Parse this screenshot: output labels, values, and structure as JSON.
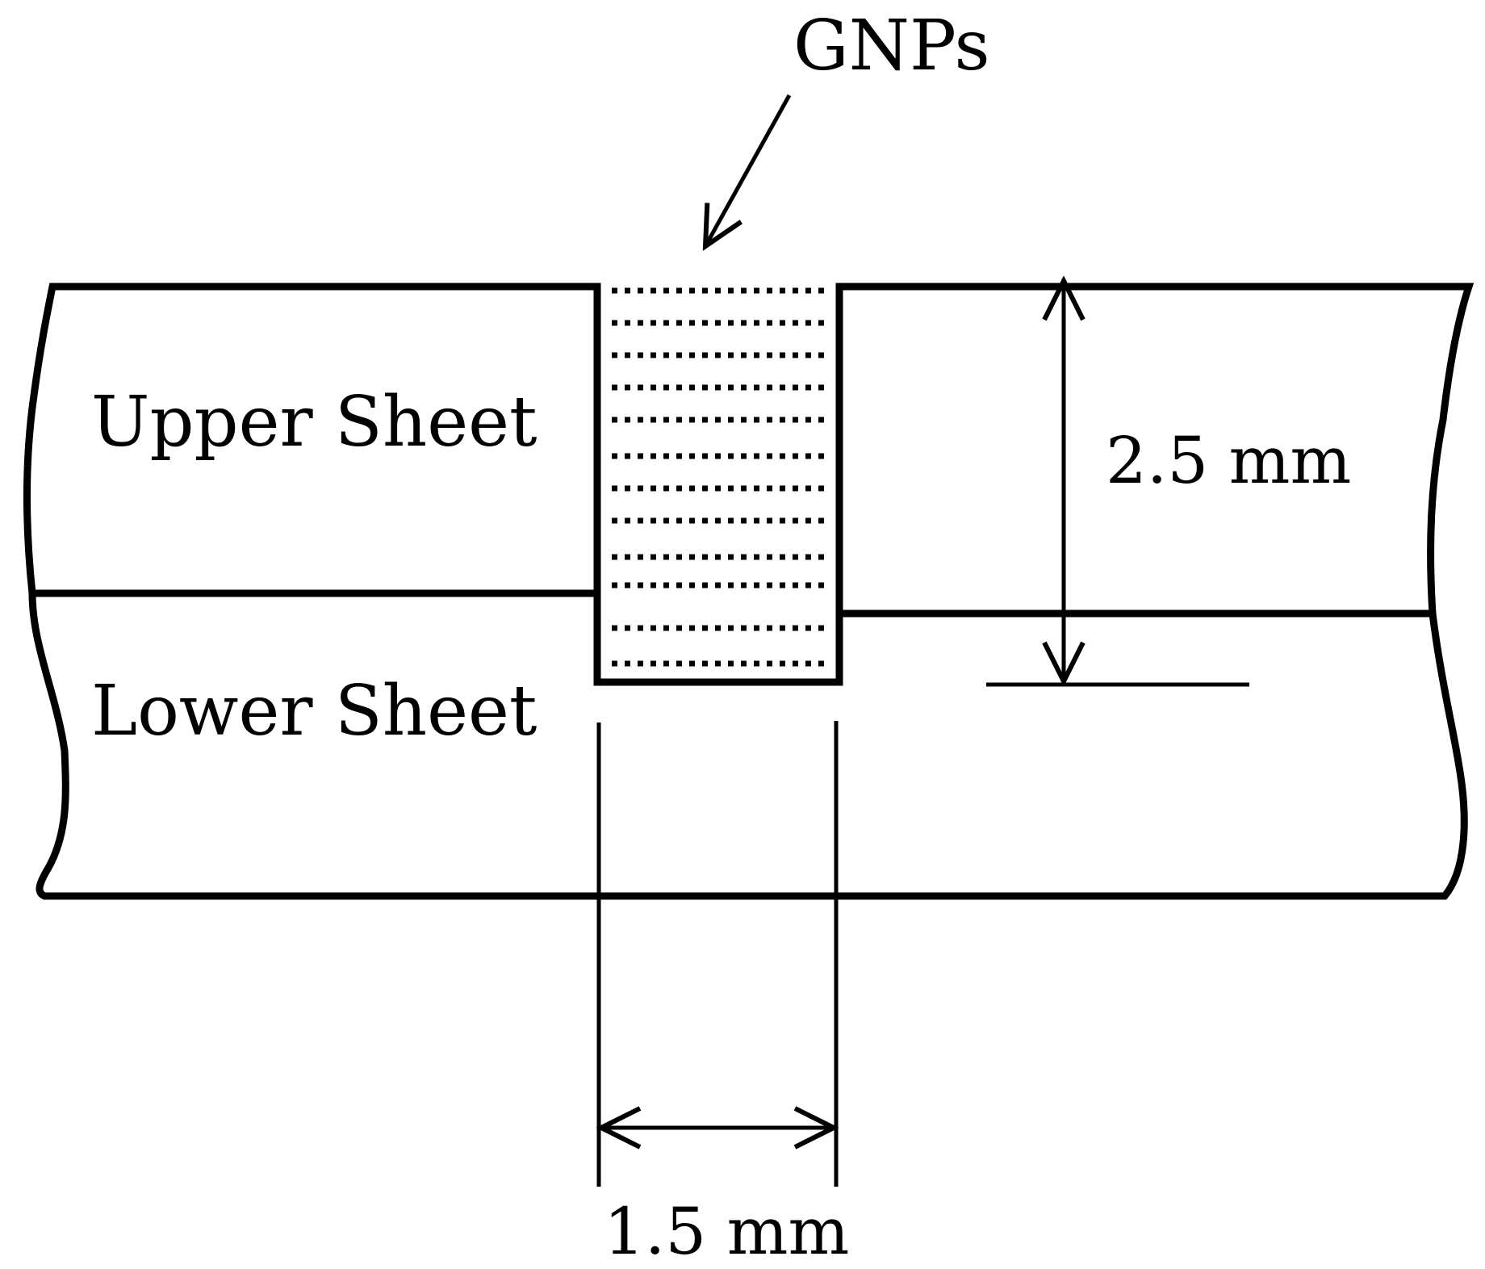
{
  "diagram": {
    "callout_label": "GNPs",
    "upper_label": "Upper Sheet",
    "lower_label": "Lower Sheet",
    "thickness_label": "2.5 mm",
    "width_label": "1.5 mm"
  }
}
